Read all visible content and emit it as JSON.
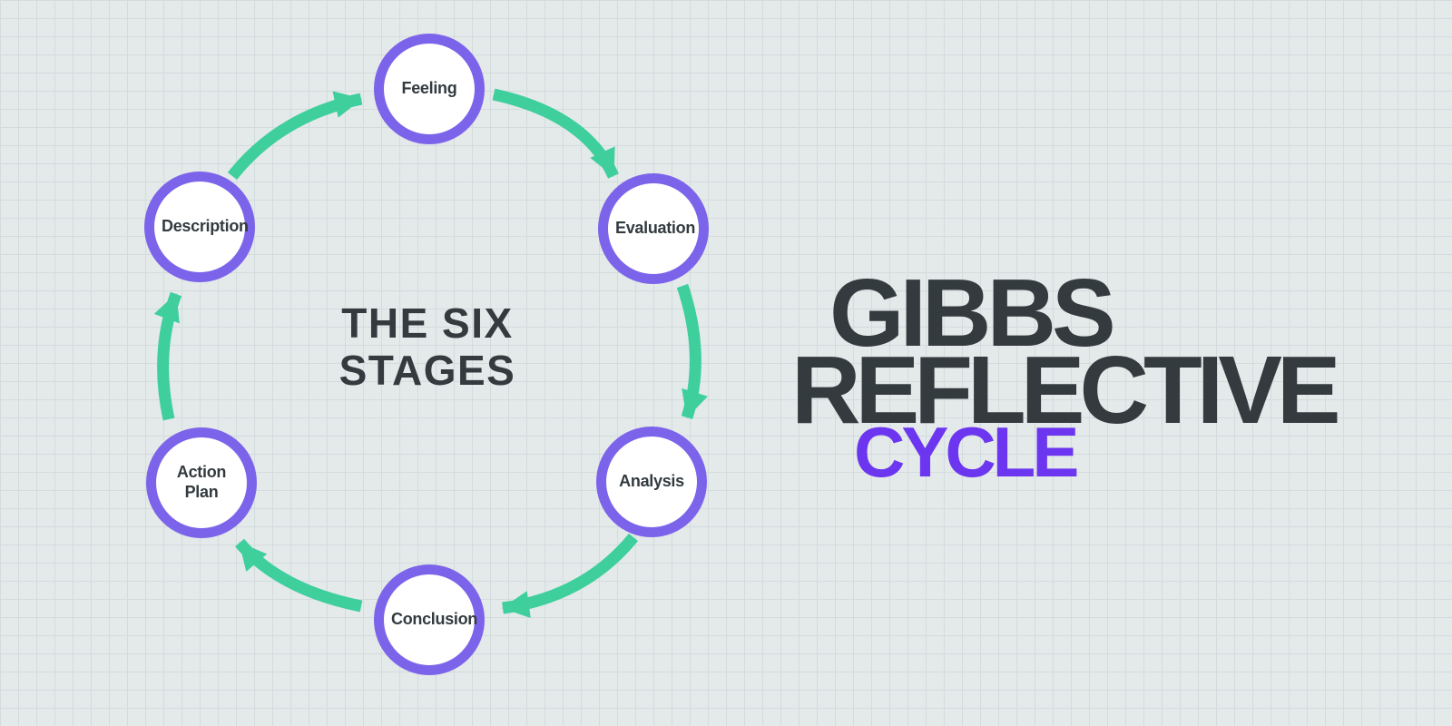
{
  "title": {
    "line1": "GIBBS",
    "line2": "REFLECTIVE",
    "line3": "CYCLE"
  },
  "center_label": {
    "line1": "THE SIX",
    "line2": "STAGES"
  },
  "stages": [
    {
      "label": "Feeling"
    },
    {
      "label": "Evaluation"
    },
    {
      "label": "Analysis"
    },
    {
      "label": "Conclusion"
    },
    {
      "label": "Action Plan"
    },
    {
      "label": "Description"
    }
  ],
  "colors": {
    "background": "#e4e9ea",
    "grid_line": "#d3dcdd",
    "circle_ring": "#7c64ea",
    "circle_fill": "#ffffff",
    "arrow_green": "#3ecf9d",
    "text_dark": "#333b3f",
    "title_accent": "#6c35f0"
  }
}
